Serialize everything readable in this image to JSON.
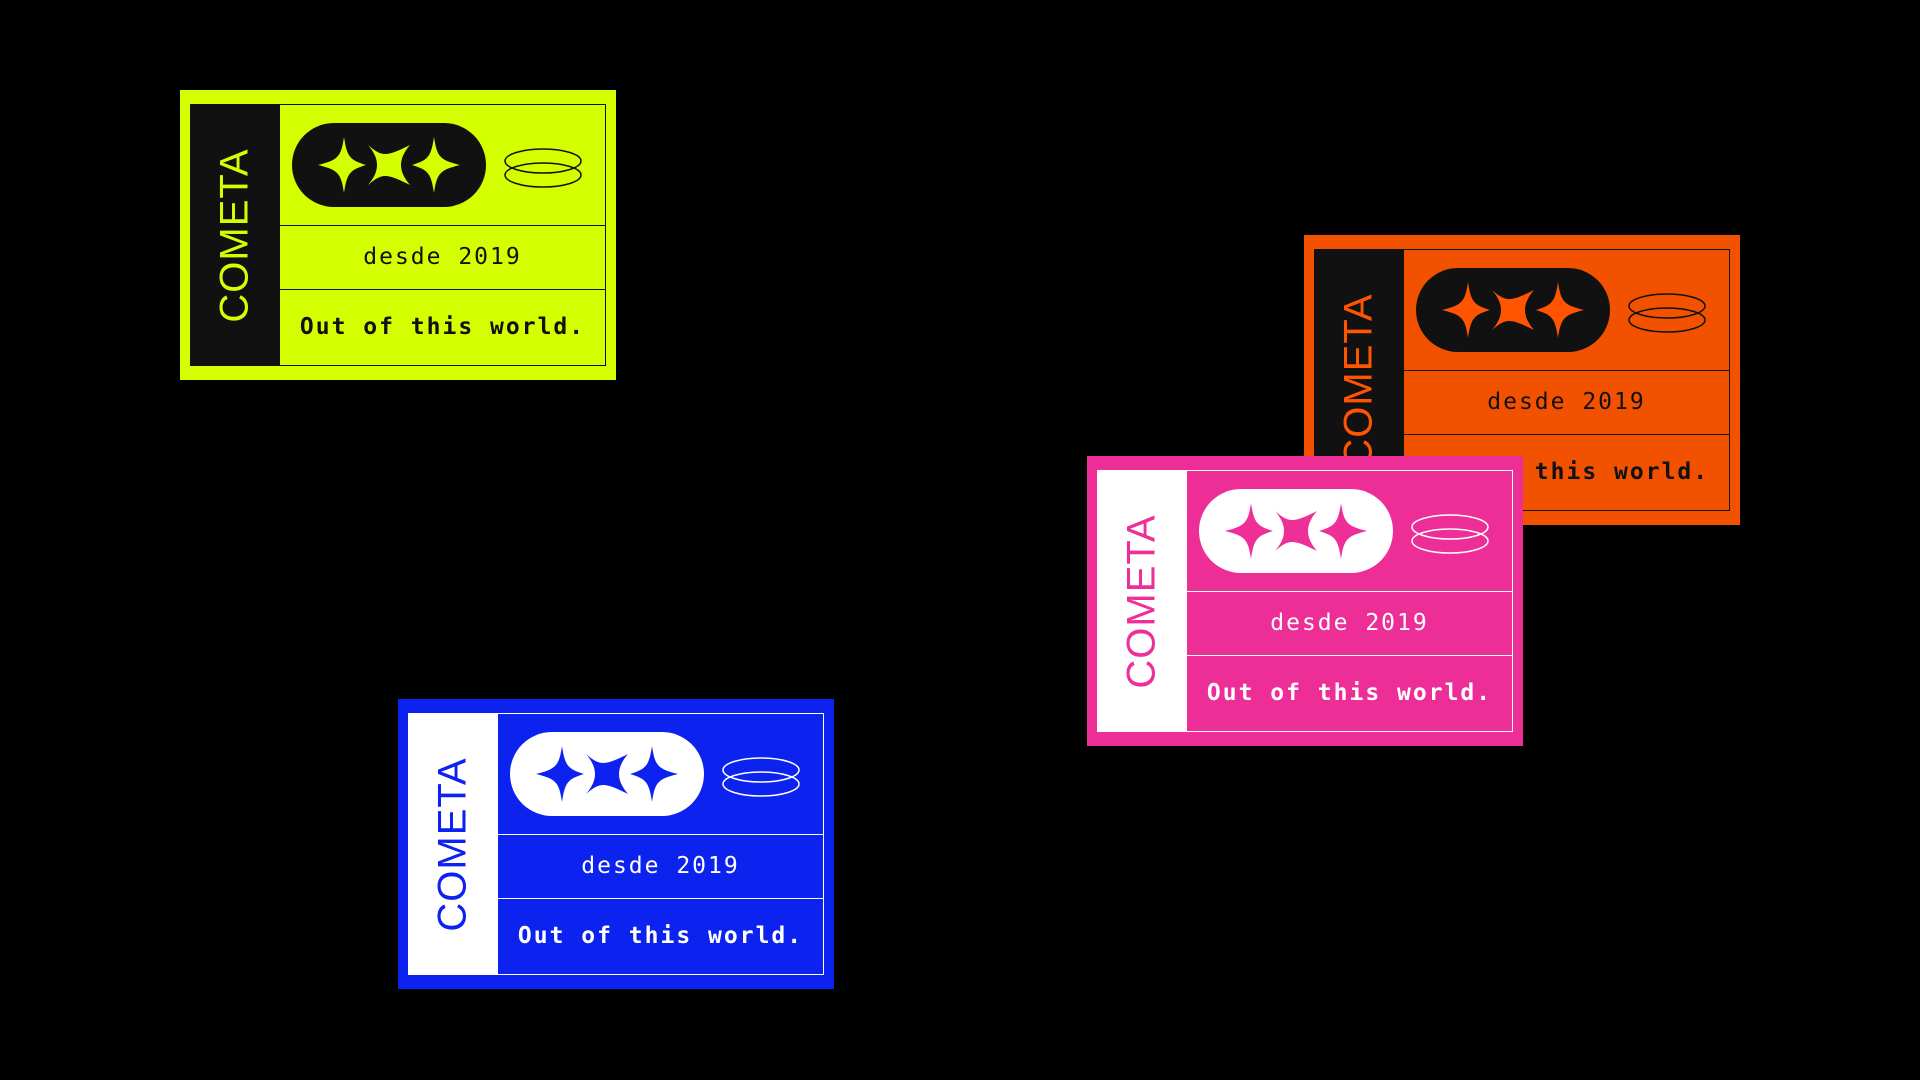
{
  "colors": {
    "background": "#000000",
    "lime": "#d4ff00",
    "orange": "#f25200",
    "pink": "#ee2e97",
    "blue": "#0c22ef"
  },
  "cards": [
    {
      "variant": "lime",
      "brand": "COMETA",
      "since": "desde 2019",
      "tagline": "Out of this world."
    },
    {
      "variant": "orange",
      "brand": "COMETA",
      "since": "desde 2019",
      "tagline": "Out of this world."
    },
    {
      "variant": "pink",
      "brand": "COMETA",
      "since": "desde 2019",
      "tagline": "Out of this world."
    },
    {
      "variant": "blue",
      "brand": "COMETA",
      "since": "desde 2019",
      "tagline": "Out of this world."
    }
  ],
  "icons": [
    "sparkle-stars-icon",
    "double-ring-icon"
  ]
}
